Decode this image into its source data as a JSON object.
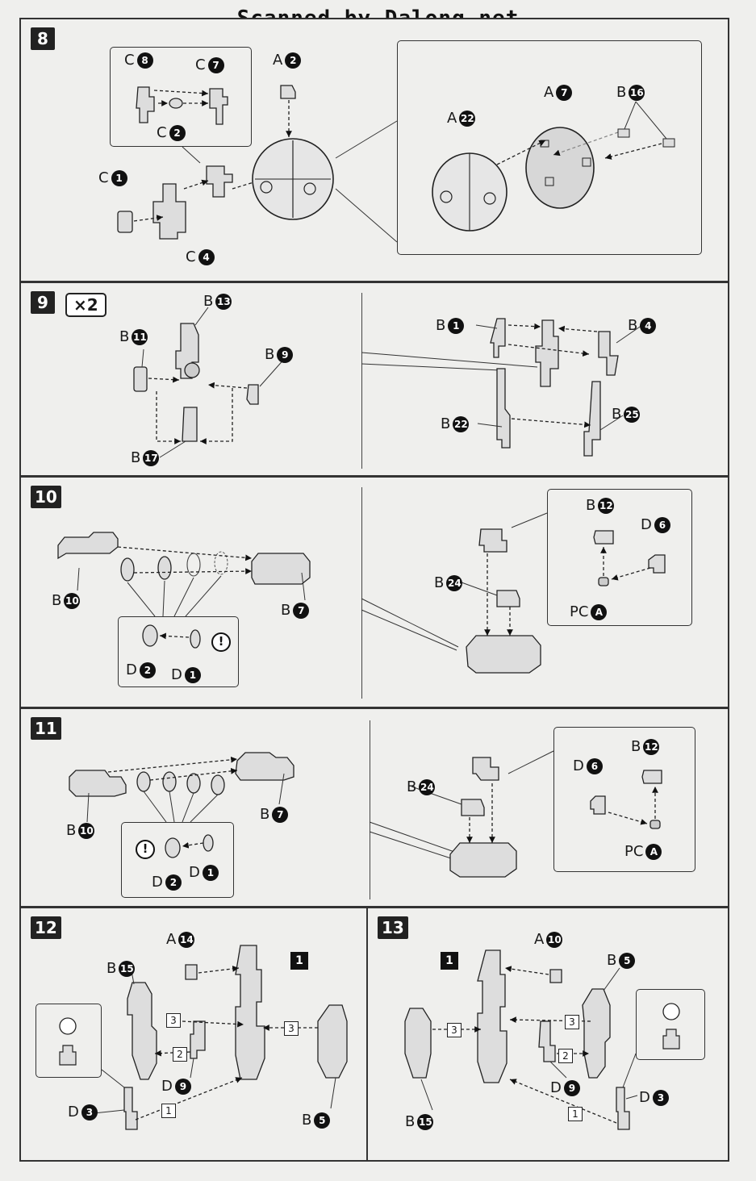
{
  "header": "Scanned by Dalong.net",
  "steps": {
    "s8": {
      "number": "8",
      "labels": {
        "c8": {
          "letter": "C",
          "num": "8"
        },
        "c7": {
          "letter": "C",
          "num": "7"
        },
        "c2": {
          "letter": "C",
          "num": "2"
        },
        "a2": {
          "letter": "A",
          "num": "2"
        },
        "c1": {
          "letter": "C",
          "num": "1"
        },
        "c4": {
          "letter": "C",
          "num": "4"
        },
        "a7": {
          "letter": "A",
          "num": "7"
        },
        "b16": {
          "letter": "B",
          "num": "16"
        },
        "a22": {
          "letter": "A",
          "num": "22"
        }
      }
    },
    "s9": {
      "number": "9",
      "multiplier": "×2",
      "labels": {
        "b13": {
          "letter": "B",
          "num": "13"
        },
        "b11": {
          "letter": "B",
          "num": "11"
        },
        "b9": {
          "letter": "B",
          "num": "9"
        },
        "b17": {
          "letter": "B",
          "num": "17"
        },
        "b1": {
          "letter": "B",
          "num": "1"
        },
        "b4": {
          "letter": "B",
          "num": "4"
        },
        "b22": {
          "letter": "B",
          "num": "22"
        },
        "b25": {
          "letter": "B",
          "num": "25"
        }
      }
    },
    "s10": {
      "number": "10",
      "labels": {
        "b10": {
          "letter": "B",
          "num": "10"
        },
        "b7": {
          "letter": "B",
          "num": "7"
        },
        "d2": {
          "letter": "D",
          "num": "2"
        },
        "d1": {
          "letter": "D",
          "num": "1"
        },
        "b12": {
          "letter": "B",
          "num": "12"
        },
        "d6": {
          "letter": "D",
          "num": "6"
        },
        "b24": {
          "letter": "B",
          "num": "24"
        },
        "pca": {
          "letter": "PC",
          "num": "A"
        }
      }
    },
    "s11": {
      "number": "11",
      "labels": {
        "b10": {
          "letter": "B",
          "num": "10"
        },
        "b7": {
          "letter": "B",
          "num": "7"
        },
        "d2": {
          "letter": "D",
          "num": "2"
        },
        "d1": {
          "letter": "D",
          "num": "1"
        },
        "b12": {
          "letter": "B",
          "num": "12"
        },
        "d6": {
          "letter": "D",
          "num": "6"
        },
        "b24": {
          "letter": "B",
          "num": "24"
        },
        "pca": {
          "letter": "PC",
          "num": "A"
        }
      }
    },
    "s12": {
      "number": "12",
      "labels": {
        "a14": {
          "letter": "A",
          "num": "14"
        },
        "b15": {
          "letter": "B",
          "num": "15"
        },
        "d9": {
          "letter": "D",
          "num": "9"
        },
        "d3": {
          "letter": "D",
          "num": "3"
        },
        "b5": {
          "letter": "B",
          "num": "5"
        }
      },
      "part_ref": "1",
      "order": [
        "3",
        "2",
        "3",
        "1"
      ]
    },
    "s13": {
      "number": "13",
      "labels": {
        "a10": {
          "letter": "A",
          "num": "10"
        },
        "b5": {
          "letter": "B",
          "num": "5"
        },
        "d9": {
          "letter": "D",
          "num": "9"
        },
        "d3": {
          "letter": "D",
          "num": "3"
        },
        "b15": {
          "letter": "B",
          "num": "15"
        }
      },
      "part_ref": "1",
      "order": [
        "3",
        "3",
        "2",
        "1"
      ]
    }
  },
  "warning_glyph": "!"
}
